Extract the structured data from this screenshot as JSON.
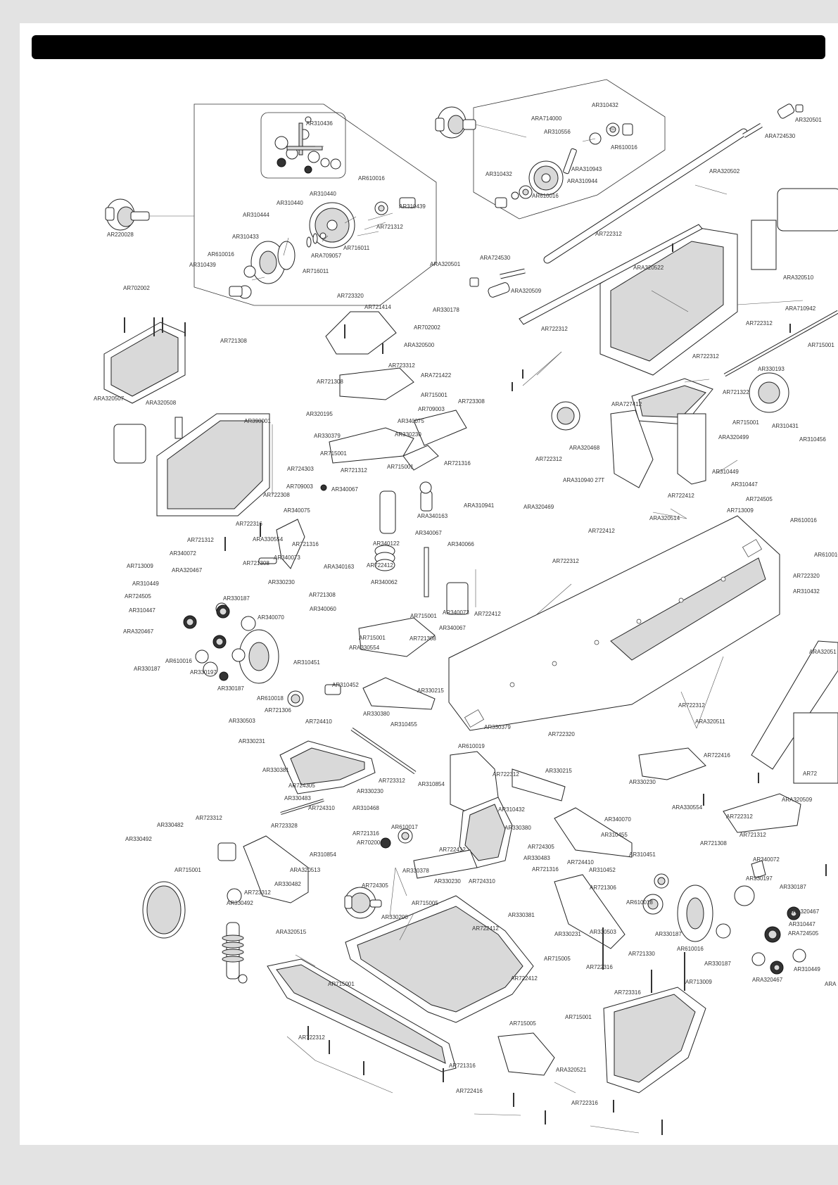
{
  "labels": [
    [
      "AR310436",
      435,
      175
    ],
    [
      "AR310440",
      440,
      275
    ],
    [
      "AR310440",
      393,
      288
    ],
    [
      "AR310444",
      345,
      305
    ],
    [
      "AR310433",
      330,
      336
    ],
    [
      "AR610016",
      295,
      361
    ],
    [
      "AR310439",
      269,
      376
    ],
    [
      "AR610016",
      509,
      253
    ],
    [
      "AR310439",
      567,
      293
    ],
    [
      "AR721312",
      535,
      322
    ],
    [
      "AR716011",
      488,
      352
    ],
    [
      "ARA709057",
      442,
      363
    ],
    [
      "AR716011",
      430,
      385
    ],
    [
      "AR220028",
      152,
      333
    ],
    [
      "AR310432",
      841,
      149
    ],
    [
      "ARA714000",
      755,
      168
    ],
    [
      "AR310556",
      773,
      187
    ],
    [
      "AR610016",
      868,
      209
    ],
    [
      "ARA310943",
      812,
      240
    ],
    [
      "ARA310944",
      806,
      257
    ],
    [
      "AR310432",
      690,
      247
    ],
    [
      "AR610016",
      756,
      278
    ],
    [
      "AR320501",
      1130,
      170
    ],
    [
      "ARA724530",
      1087,
      193
    ],
    [
      "ARA320502",
      1008,
      243
    ],
    [
      "AR722312",
      846,
      332
    ],
    [
      "ARA724530",
      682,
      366
    ],
    [
      "ARA320501",
      611,
      375
    ],
    [
      "ARA320509",
      726,
      413
    ],
    [
      "ARA320522",
      900,
      380
    ],
    [
      "ARA320510",
      1113,
      394
    ],
    [
      "AR330178",
      615,
      440
    ],
    [
      "AR702002",
      588,
      465
    ],
    [
      "ARA320500",
      574,
      490
    ],
    [
      "ARA721422",
      598,
      533
    ],
    [
      "ARA710942",
      1116,
      438
    ],
    [
      "AR722312",
      1060,
      459
    ],
    [
      "AR722312",
      769,
      467
    ],
    [
      "AR722312",
      984,
      506
    ],
    [
      "AR715001",
      1148,
      490
    ],
    [
      "AR702002",
      175,
      409
    ],
    [
      "AR723320",
      479,
      420
    ],
    [
      "AR721414",
      518,
      436
    ],
    [
      "AR721308",
      313,
      484
    ],
    [
      "AR723312",
      552,
      519
    ],
    [
      "AR721308",
      450,
      542
    ],
    [
      "ARA320507",
      133,
      566
    ],
    [
      "ARA320508",
      207,
      572
    ],
    [
      "AR320195",
      435,
      588
    ],
    [
      "AR715001",
      598,
      561
    ],
    [
      "AR709003",
      594,
      581
    ],
    [
      "AR723308",
      651,
      570
    ],
    [
      "AR340075",
      565,
      598
    ],
    [
      "AR390001",
      347,
      598
    ],
    [
      "AR330379",
      446,
      619
    ],
    [
      "AR330230",
      561,
      617
    ],
    [
      "AR715001",
      455,
      644
    ],
    [
      "AR724303",
      408,
      666
    ],
    [
      "AR721312",
      484,
      668
    ],
    [
      "AR715001",
      550,
      663
    ],
    [
      "AR721316",
      631,
      658
    ],
    [
      "ARA727412",
      869,
      574
    ],
    [
      "AR721322",
      1027,
      557
    ],
    [
      "AR330193",
      1077,
      524
    ],
    [
      "AR715001",
      1041,
      600
    ],
    [
      "ARA320468",
      809,
      636
    ],
    [
      "ARA320499",
      1021,
      621
    ],
    [
      "AR310431",
      1097,
      605
    ],
    [
      "AR310456",
      1136,
      624
    ],
    [
      "AR709003",
      407,
      691
    ],
    [
      "AR340067",
      471,
      695
    ],
    [
      "AR722308",
      374,
      703
    ],
    [
      "AR340075",
      403,
      725
    ],
    [
      "ARA340163",
      593,
      733
    ],
    [
      "AR722312",
      761,
      652
    ],
    [
      "ARA310940 27T",
      800,
      682
    ],
    [
      "AR722412",
      949,
      704
    ],
    [
      "AR310449",
      1012,
      670
    ],
    [
      "AR310447",
      1039,
      688
    ],
    [
      "AR713009",
      1033,
      725
    ],
    [
      "AR724505",
      1060,
      709
    ],
    [
      "AR610016",
      1123,
      739
    ],
    [
      "AR722316",
      335,
      744
    ],
    [
      "AR721312",
      266,
      767
    ],
    [
      "ARA330554",
      359,
      766
    ],
    [
      "AR721316",
      415,
      773
    ],
    [
      "AR340072",
      241,
      786
    ],
    [
      "AR340073",
      389,
      792
    ],
    [
      "AR721308",
      345,
      800
    ],
    [
      "ARA340163",
      460,
      805
    ],
    [
      "AR340122",
      530,
      772
    ],
    [
      "AR340067",
      590,
      757
    ],
    [
      "AR340066",
      636,
      773
    ],
    [
      "ARA310941",
      659,
      718
    ],
    [
      "ARA320469",
      744,
      720
    ],
    [
      "AR722412",
      836,
      754
    ],
    [
      "ARA320514",
      923,
      736
    ],
    [
      "AR713009",
      180,
      804
    ],
    [
      "ARA320467",
      244,
      810
    ],
    [
      "AR722412",
      521,
      803
    ],
    [
      "AR340062",
      527,
      827
    ],
    [
      "AR722312",
      785,
      797
    ],
    [
      "AR610016",
      1157,
      788
    ],
    [
      "AR722320",
      1127,
      818
    ],
    [
      "AR310449",
      188,
      829
    ],
    [
      "AR330230",
      381,
      827
    ],
    [
      "AR724505",
      177,
      847
    ],
    [
      "AR721308",
      439,
      845
    ],
    [
      "AR330187",
      317,
      850
    ],
    [
      "AR310447",
      183,
      867
    ],
    [
      "AR340060",
      440,
      865
    ],
    [
      "AR715001",
      583,
      875
    ],
    [
      "AR340073",
      629,
      870
    ],
    [
      "AR722412",
      674,
      872
    ],
    [
      "AR310432",
      1127,
      840
    ],
    [
      "AR340070",
      366,
      877
    ],
    [
      "ARA320467",
      175,
      897
    ],
    [
      "AR715001",
      510,
      906
    ],
    [
      "AR721308",
      582,
      907
    ],
    [
      "AR340067",
      624,
      892
    ],
    [
      "ARA330554",
      496,
      920
    ],
    [
      "AR610016",
      235,
      939
    ],
    [
      "AR330197",
      270,
      955
    ],
    [
      "AR330187",
      190,
      950
    ],
    [
      "AR310451",
      417,
      941
    ],
    [
      "AR330187",
      309,
      978
    ],
    [
      "AR310452",
      472,
      973
    ],
    [
      "AR610018",
      365,
      992
    ],
    [
      "AR330215",
      593,
      981
    ],
    [
      "AR722312",
      964,
      1002
    ],
    [
      "ARA32051",
      1150,
      926
    ],
    [
      "AR721306",
      376,
      1009
    ],
    [
      "AR330380",
      516,
      1014
    ],
    [
      "AR330503",
      325,
      1024
    ],
    [
      "AR724410",
      434,
      1025
    ],
    [
      "AR310455",
      555,
      1029
    ],
    [
      "AR330379",
      688,
      1033
    ],
    [
      "ARA320511",
      988,
      1025
    ],
    [
      "AR330231",
      339,
      1053
    ],
    [
      "AR722320",
      779,
      1043
    ],
    [
      "AR610019",
      651,
      1060
    ],
    [
      "AR722416",
      1000,
      1073
    ],
    [
      "AR330381",
      373,
      1094
    ],
    [
      "AR723312",
      538,
      1109
    ],
    [
      "AR310854",
      594,
      1114
    ],
    [
      "AR722312",
      700,
      1100
    ],
    [
      "AR330215",
      775,
      1095
    ],
    [
      "AR330230",
      894,
      1111
    ],
    [
      "AR724305",
      410,
      1116
    ],
    [
      "AR330230",
      507,
      1124
    ],
    [
      "AR330483",
      404,
      1134
    ],
    [
      "AR724310",
      438,
      1148
    ],
    [
      "AR310468",
      501,
      1148
    ],
    [
      "AR310432",
      708,
      1150
    ],
    [
      "ARA320509",
      1111,
      1136
    ],
    [
      "AR72",
      1141,
      1099
    ],
    [
      "AR723312",
      278,
      1162
    ],
    [
      "AR330482",
      223,
      1172
    ],
    [
      "AR723328",
      385,
      1173
    ],
    [
      "AR721316",
      501,
      1184
    ],
    [
      "AR610017",
      556,
      1175
    ],
    [
      "AR702001",
      507,
      1197
    ],
    [
      "AR340070",
      859,
      1164
    ],
    [
      "ARA330554",
      955,
      1147
    ],
    [
      "AR722312",
      1032,
      1160
    ],
    [
      "AR330380",
      717,
      1176
    ],
    [
      "AR330492",
      178,
      1192
    ],
    [
      "AR310455",
      854,
      1186
    ],
    [
      "AR721312",
      1051,
      1186
    ],
    [
      "AR721308",
      995,
      1198
    ],
    [
      "AR724305",
      750,
      1203
    ],
    [
      "AR330483",
      744,
      1219
    ],
    [
      "AR724410",
      806,
      1225
    ],
    [
      "AR722412",
      624,
      1207
    ],
    [
      "AR310854",
      440,
      1214
    ],
    [
      "ARA320513",
      412,
      1236
    ],
    [
      "AR340072",
      1070,
      1221
    ],
    [
      "AR310451",
      894,
      1214
    ],
    [
      "AR715001",
      248,
      1236
    ],
    [
      "AR721316",
      756,
      1235
    ],
    [
      "AR310452",
      837,
      1236
    ],
    [
      "AR330378",
      572,
      1237
    ],
    [
      "AR330230",
      617,
      1252
    ],
    [
      "AR724310",
      666,
      1252
    ],
    [
      "AR330197",
      1060,
      1248
    ],
    [
      "AR330187",
      1108,
      1260
    ],
    [
      "AR330482",
      390,
      1256
    ],
    [
      "AR723312",
      347,
      1268
    ],
    [
      "AR724305",
      514,
      1258
    ],
    [
      "AR721306",
      838,
      1261
    ],
    [
      "AR610018",
      890,
      1282
    ],
    [
      "ARA320467",
      1121,
      1295
    ],
    [
      "AR330492",
      322,
      1283
    ],
    [
      "AR715005",
      585,
      1283
    ],
    [
      "AR330381",
      722,
      1300
    ],
    [
      "AR310447",
      1121,
      1313
    ],
    [
      "AR330187",
      931,
      1327
    ],
    [
      "ARA724505",
      1120,
      1326
    ],
    [
      "AR330200",
      542,
      1303
    ],
    [
      "ARA320515",
      392,
      1324
    ],
    [
      "AR722412",
      671,
      1319
    ],
    [
      "AR330231",
      788,
      1327
    ],
    [
      "AR330503",
      838,
      1324
    ],
    [
      "AR610016",
      962,
      1348
    ],
    [
      "AR721330",
      893,
      1355
    ],
    [
      "AR715005",
      773,
      1362
    ],
    [
      "AR330187",
      1001,
      1369
    ],
    [
      "AR310449",
      1128,
      1377
    ],
    [
      "AR722316",
      833,
      1374
    ],
    [
      "ARA",
      1172,
      1398
    ],
    [
      "AR722412",
      726,
      1390
    ],
    [
      "AR713009",
      974,
      1395
    ],
    [
      "ARA320467",
      1069,
      1392
    ],
    [
      "AR715001",
      466,
      1398
    ],
    [
      "AR723316",
      873,
      1410
    ],
    [
      "AR715001",
      803,
      1445
    ],
    [
      "AR715005",
      724,
      1454
    ],
    [
      "AR722312",
      424,
      1474
    ],
    [
      "AR721316",
      638,
      1514
    ],
    [
      "ARA320521",
      790,
      1520
    ],
    [
      "AR722416",
      648,
      1550
    ],
    [
      "AR722316",
      812,
      1567
    ]
  ]
}
